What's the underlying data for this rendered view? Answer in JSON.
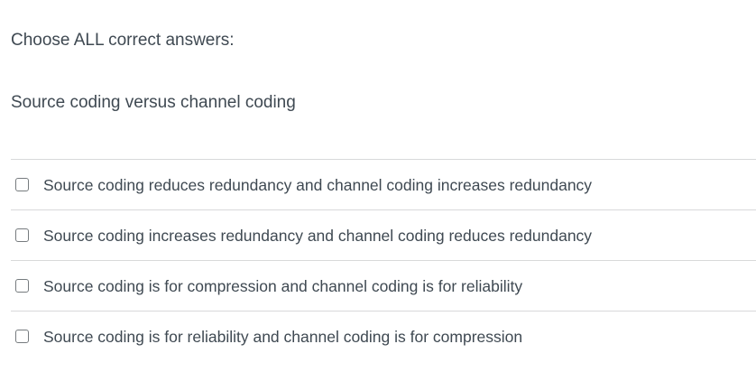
{
  "question": {
    "instruction": "Choose ALL correct answers:",
    "title": "Source coding versus channel coding",
    "type": "multi-select",
    "options": [
      {
        "label": "Source coding reduces redundancy and channel coding increases redundancy",
        "checked": false
      },
      {
        "label": "Source coding increases redundancy and channel coding reduces redundancy",
        "checked": false
      },
      {
        "label": "Source coding is for compression and channel coding is for reliability",
        "checked": false
      },
      {
        "label": "Source coding is for reliability and channel coding is for compression",
        "checked": false
      }
    ]
  },
  "colors": {
    "text": "#3f4952",
    "divider": "#d8d9da",
    "checkbox_border": "#767b7e",
    "background": "#ffffff"
  }
}
